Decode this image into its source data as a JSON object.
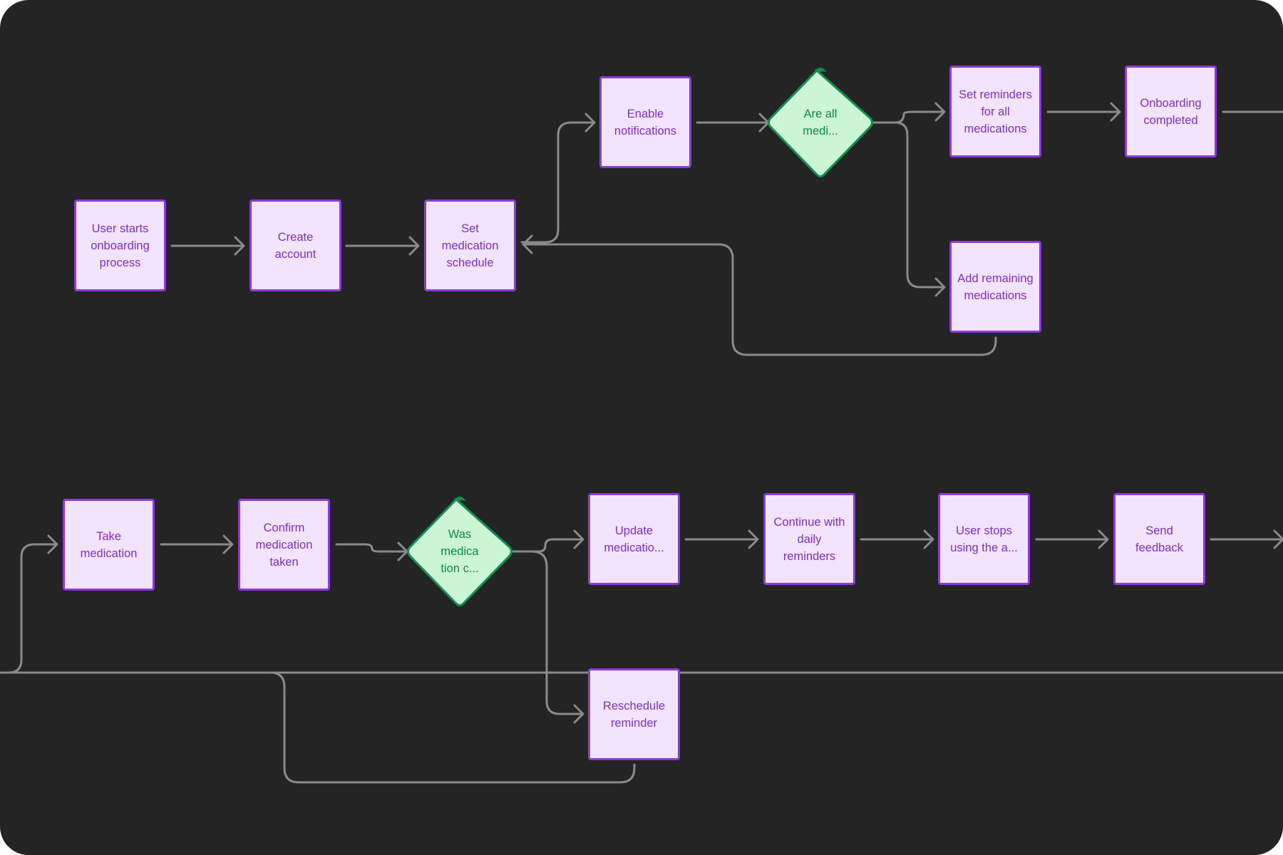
{
  "flowchart": {
    "nodes": {
      "user_starts_onboarding": "User starts onboarding process",
      "create_account": "Create account",
      "set_medication_schedule": "Set medication schedule",
      "enable_notifications": "Enable notifications",
      "are_all_medications": "Are all medi...",
      "set_reminders_all": "Set reminders for all medications",
      "onboarding_completed": "Onboarding completed",
      "add_remaining_medications": "Add remaining medications",
      "take_medication": "Take medication",
      "confirm_medication_taken": "Confirm medication taken",
      "was_medication_taken": "Was medica tion c...",
      "update_medication": "Update medicatio...",
      "continue_daily_reminders": "Continue with daily reminders",
      "user_stops_using": "User stops using the a...",
      "send_feedback": "Send feedback",
      "reschedule_reminder": "Reschedule reminder"
    }
  },
  "colors": {
    "background": "#242424",
    "edge": "#8a8a8a",
    "process_fill": "#f2e4fd",
    "process_border": "#8c3bd8",
    "process_text": "#7e2fcc",
    "decision_fill": "#ccf5d6",
    "decision_border": "#139050",
    "decision_text": "#13864a"
  }
}
